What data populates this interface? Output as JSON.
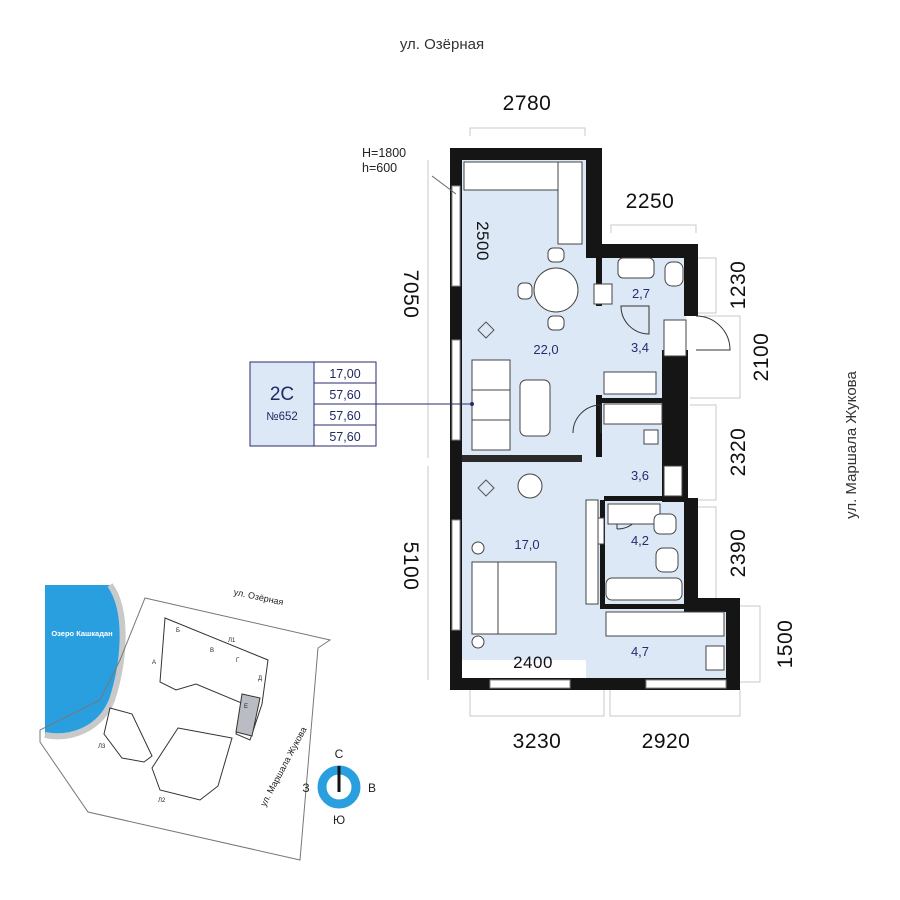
{
  "streets": {
    "top": "ул. Озёрная",
    "right": "ул. Маршала Жукова"
  },
  "window_note": {
    "h_upper": "H=1800",
    "h_lower": "h=600"
  },
  "dimensions": {
    "top": "2780",
    "step_top": "2250",
    "left_upper": "7050",
    "left_lower": "5100",
    "inner_living": "2500",
    "inner_bottom": "2400",
    "right_1": "1230",
    "right_2": "2100",
    "right_3": "2320",
    "right_4": "2390",
    "right_5": "1500",
    "bottom_left": "3230",
    "bottom_right": "2920"
  },
  "rooms": {
    "living": "22,0",
    "bath_small": "2,7",
    "hall": "3,4",
    "closet": "3,6",
    "bedroom": "17,0",
    "bathroom": "4,2",
    "corridor": "4,7"
  },
  "info_box": {
    "type": "2С",
    "number": "№652",
    "values": [
      "17,00",
      "57,60",
      "57,60",
      "57,60"
    ]
  },
  "site_plan": {
    "lake": "Озеро Кашкадан",
    "street_top": "ул. Озёрная",
    "street_side": "ул. Маршала Жукова",
    "labels": [
      "Л1",
      "Л2",
      "Л3",
      "А",
      "Б",
      "В",
      "Г",
      "Д",
      "Е"
    ]
  },
  "compass": {
    "north": "С",
    "south": "Ю",
    "west": "З",
    "east": "В"
  },
  "colors": {
    "wall": "#151515",
    "floor": "#dde8f6",
    "lake": "#2a9fe0",
    "accent_text": "#2b2a6e",
    "highlight_building": "#b9bcc2"
  }
}
